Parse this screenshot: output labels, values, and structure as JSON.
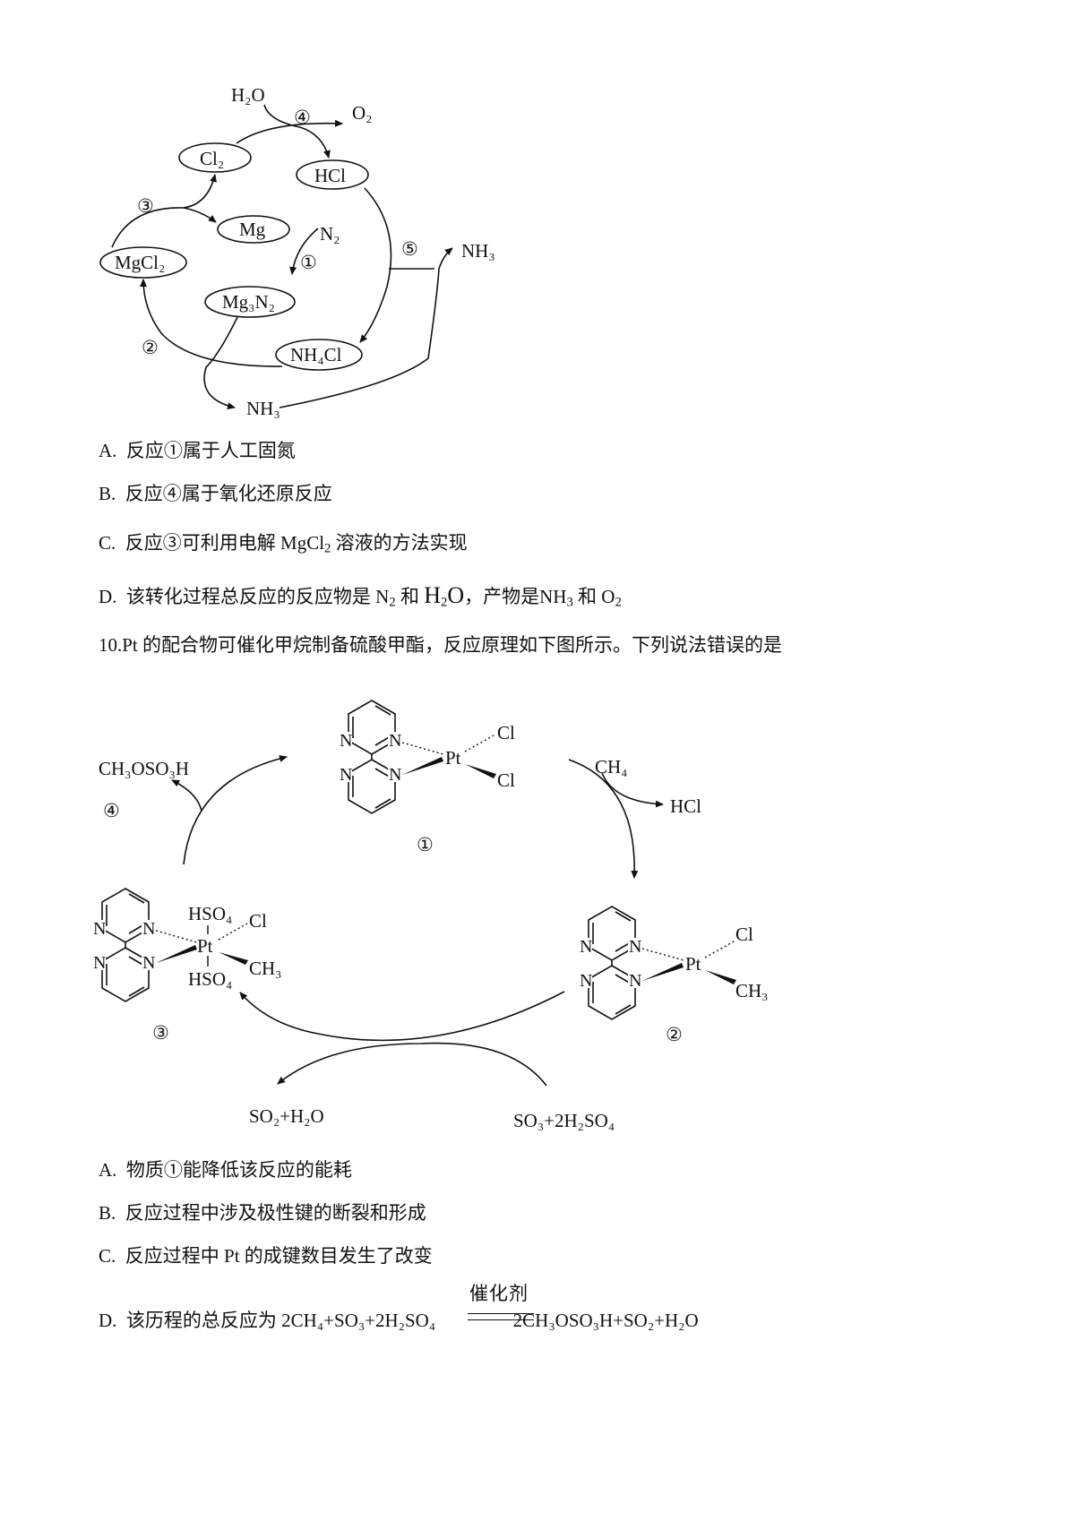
{
  "diagram1": {
    "nodes": {
      "cl2": "Cl₂",
      "hcl": "HCl",
      "mg": "Mg",
      "mgcl2": "MgCl₂",
      "mg3n2": "Mg₃N₂",
      "nh4cl": "NH₄Cl"
    },
    "labels": {
      "h2o": "H₂O",
      "o2": "O₂",
      "n2": "N₂",
      "nh3_right": "NH₃",
      "nh3_bottom": "NH₃",
      "step1": "①",
      "step2": "②",
      "step3": "③",
      "step4": "④",
      "step5": "⑤"
    }
  },
  "q9_options": {
    "a": {
      "letter": "A.",
      "text": "反应①属于人工固氮"
    },
    "b": {
      "letter": "B.",
      "text": "反应④属于氧化还原反应"
    },
    "c": {
      "letter": "C.",
      "pre": "反应③可利用电解",
      "formula": "MgCl",
      "sub": "2",
      "post": "溶液的方法实现"
    },
    "d": {
      "letter": "D.",
      "pre": "该转化过程总反应的反应物是",
      "f1": "N",
      "f1sub": "2",
      "mid1": "和",
      "f2a": "H",
      "f2sub": "2",
      "f2b": "O",
      "mid2": "，产物是",
      "f3": "NH",
      "f3sub": "3",
      "mid3": "和",
      "f4": "O",
      "f4sub": "2"
    }
  },
  "q10": {
    "number": "10.",
    "stem": "Pt 的配合物可催化甲烷制备硫酸甲酯，反应原理如下图所示。下列说法错误的是"
  },
  "diagram2": {
    "labels": {
      "ch3oso3h": "CH₃OSO₃H",
      "ch4": "CH₄",
      "hcl": "HCl",
      "so2h2o": "SO₂+H₂O",
      "so3h2so4": "SO₃+2H₂SO₄",
      "pt": "Pt",
      "cl": "Cl",
      "n": "N",
      "hso4": "HSO₄",
      "ch3": "CH₃",
      "c1": "①",
      "c2": "②",
      "c3": "③",
      "c4": "④"
    }
  },
  "q10_options": {
    "a": {
      "letter": "A.",
      "text": "物质①能降低该反应的能耗"
    },
    "b": {
      "letter": "B.",
      "text": "反应过程中涉及极性键的断裂和形成"
    },
    "c": {
      "letter": "C.",
      "text": "反应过程中 Pt 的成键数目发生了改变"
    },
    "d": {
      "letter": "D.",
      "pre": "该历程的总反应为",
      "lhs": "2CH₄+SO₃+2H₂SO₄",
      "catalyst": "催化剂",
      "rhs": "2CH₃OSO₃H+SO₂+H₂O"
    }
  }
}
